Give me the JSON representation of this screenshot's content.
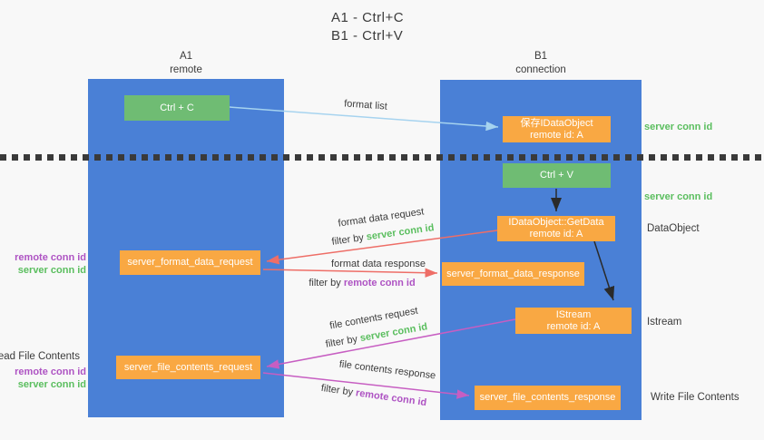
{
  "title": {
    "line1": "A1 - Ctrl+C",
    "line2": "B1 - Ctrl+V"
  },
  "columns": {
    "a1": {
      "name": "A1",
      "subtitle": "remote"
    },
    "b1": {
      "name": "B1",
      "subtitle": "connection"
    }
  },
  "nodes": {
    "ctrl_c": {
      "label": "Ctrl + C"
    },
    "save_idataobject": {
      "line1": "保存IDataObject",
      "line2": "remote id: A"
    },
    "ctrl_v": {
      "label": "Ctrl + V"
    },
    "getdata": {
      "line1": "IDataObject::GetData",
      "line2": "remote id: A"
    },
    "format_request": {
      "label": "server_format_data_request"
    },
    "format_response": {
      "label": "server_format_data_response"
    },
    "istream": {
      "line1": "IStream",
      "line2": "remote id: A"
    },
    "file_request": {
      "label": "server_file_contents_request"
    },
    "file_response": {
      "label": "server_file_contents_response"
    }
  },
  "arrow_labels": {
    "format_list": "format list",
    "format_data_request": "format data request",
    "format_data_response": "format data response",
    "file_contents_request": "file contents request",
    "file_contents_response": "file contents response",
    "filter_by": "filter by",
    "server_conn_id": "server conn id",
    "remote_conn_id": "remote conn id"
  },
  "side_labels": {
    "server_conn_id_top": "server conn id",
    "server_conn_id_mid": "server conn id",
    "data_object": "DataObject",
    "istream": "Istream",
    "write_file_contents": "Write File Contents",
    "read_file_contents": "Read File Contents",
    "remote_conn_id": "remote conn id",
    "server_conn_id": "server conn id"
  },
  "colors": {
    "column_blue": "#4a80d6",
    "node_green": "#6fbc73",
    "node_orange": "#f9a843",
    "text_dark": "#3b3b3b",
    "text_green": "#5abe5e",
    "text_purple": "#ae53c3",
    "arrow_blue": "#a6d3ef",
    "arrow_red": "#ee6e67",
    "arrow_magenta": "#c75ec2",
    "arrow_black": "#2a2a2a",
    "dotted_line": "#3a3a3a",
    "background": "#f8f8f8"
  }
}
